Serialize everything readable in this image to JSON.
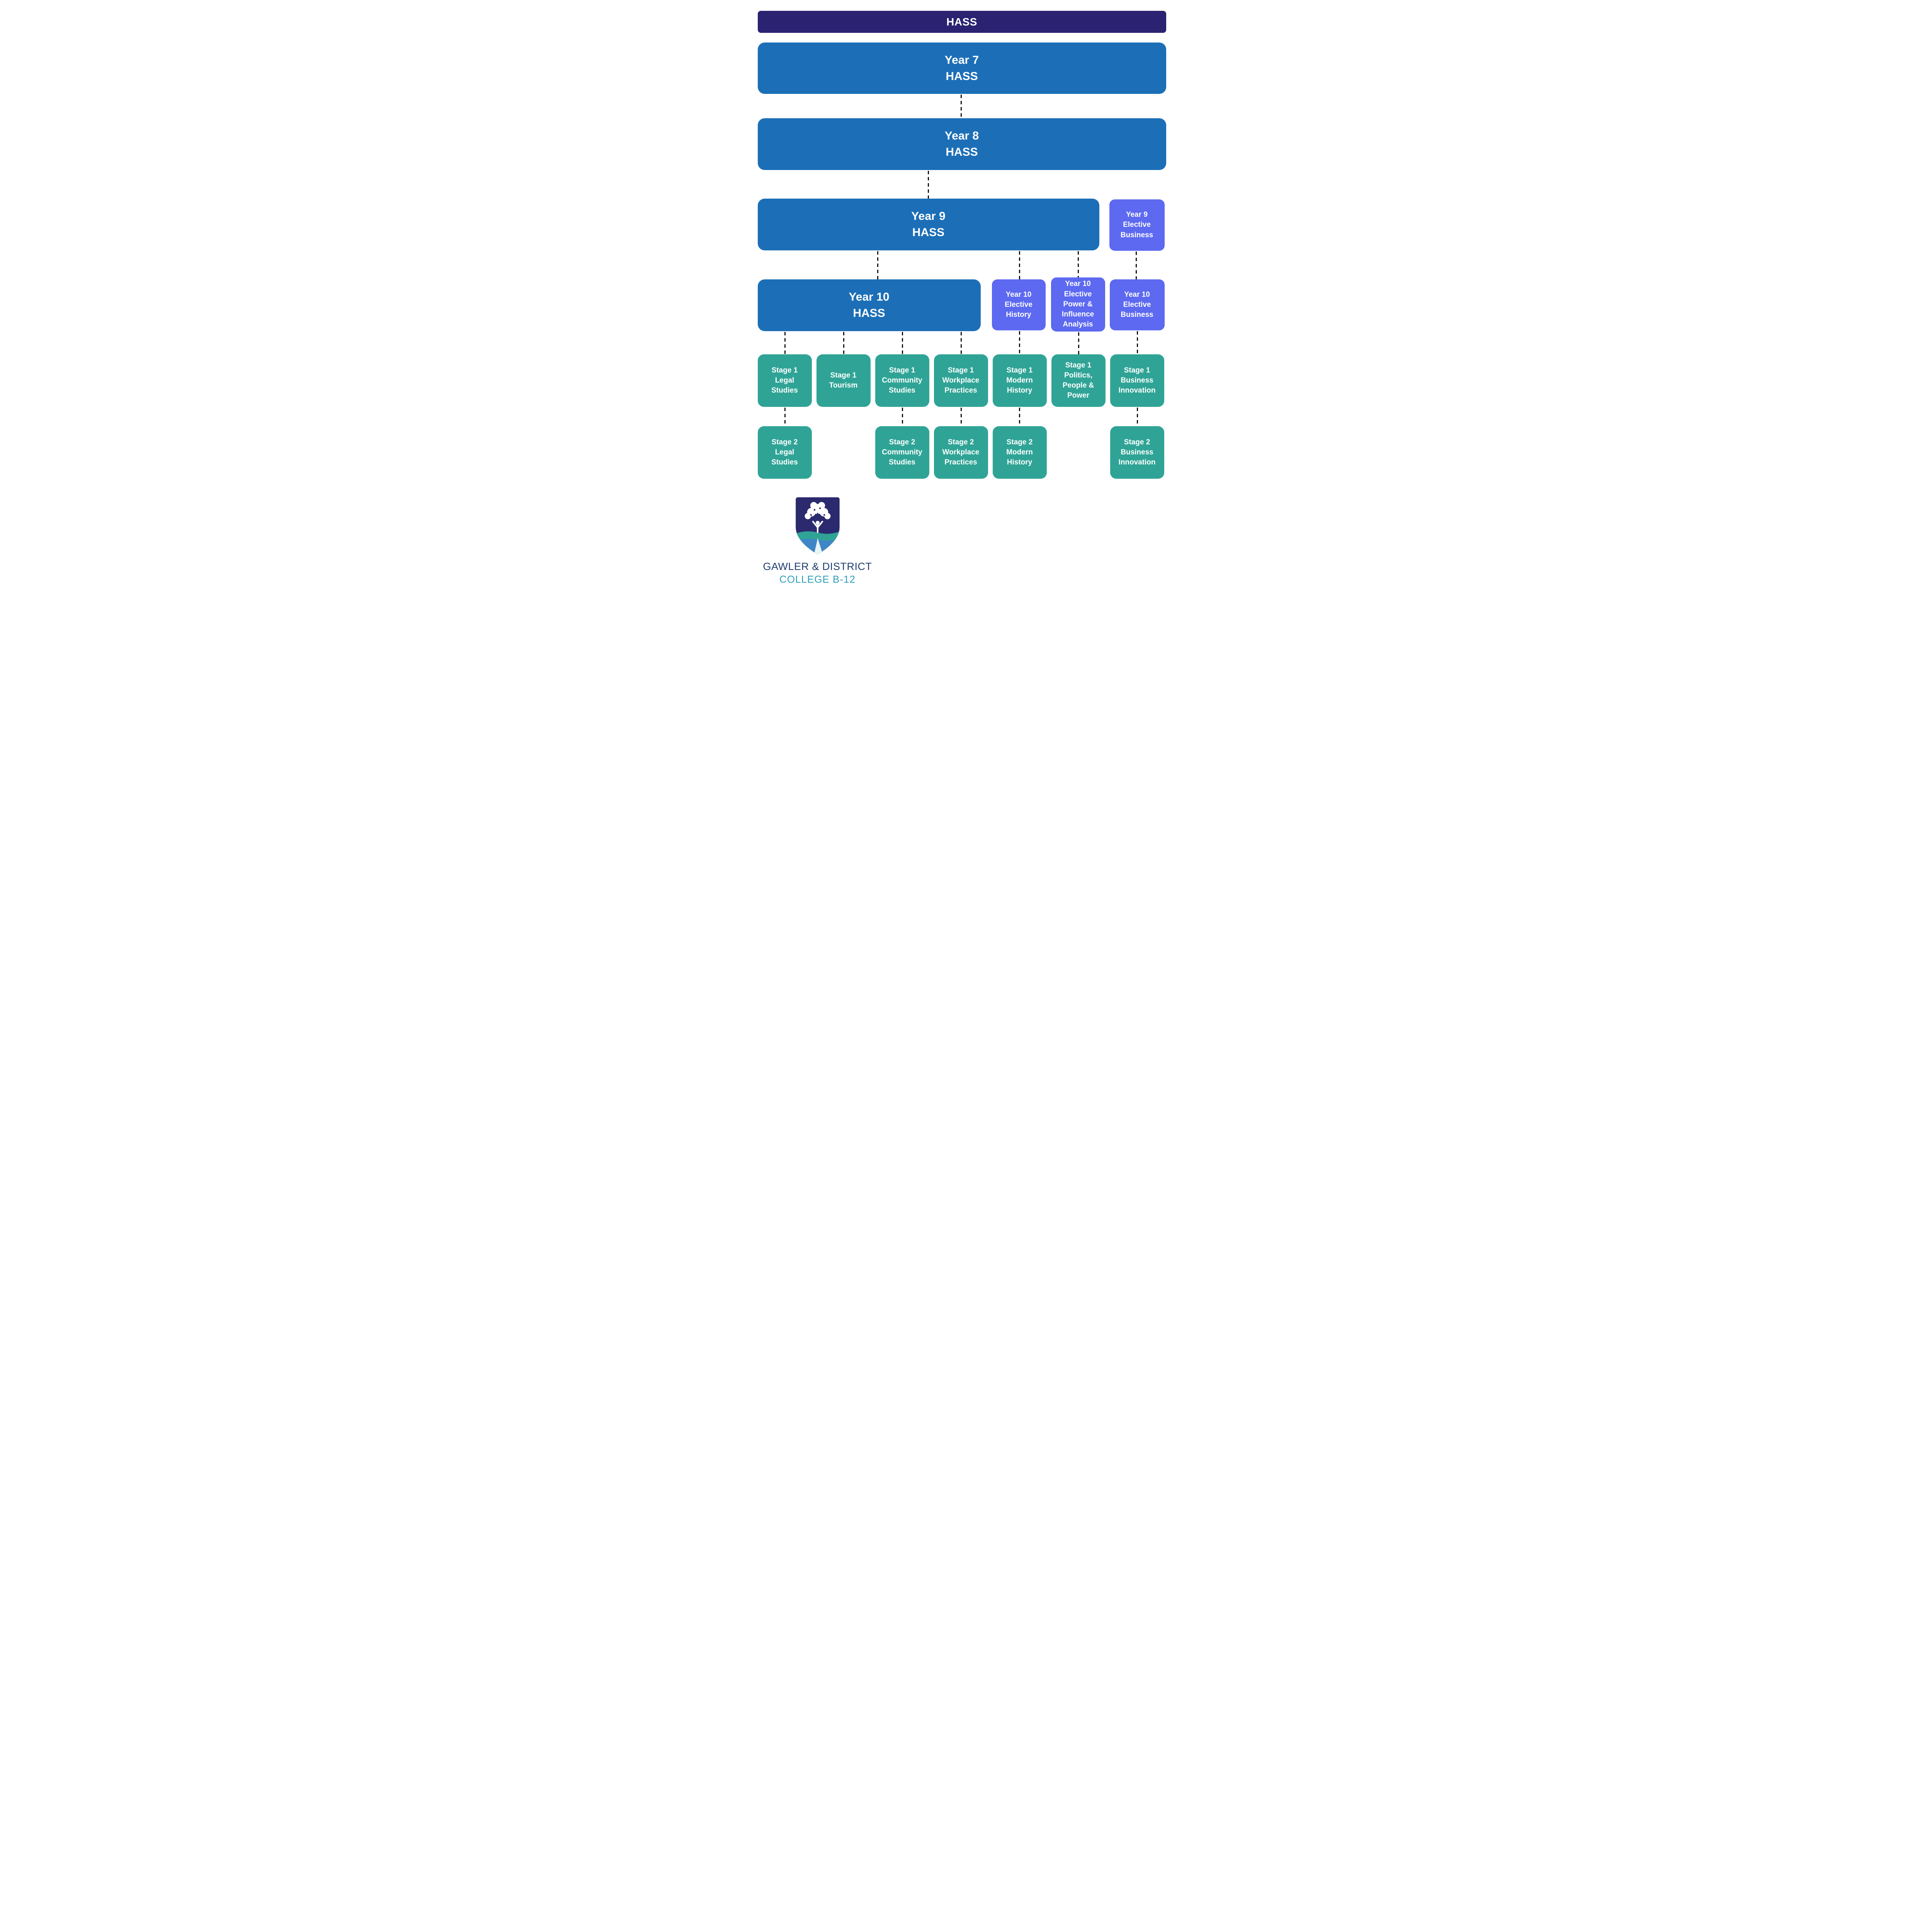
{
  "colors": {
    "header_bg": "#2b2271",
    "core_bg": "#1c6fb7",
    "elective_bg": "#5c69f0",
    "stage_bg": "#2fa496",
    "box_text": "#ffffff",
    "connector": "#111111",
    "logo_navy": "#1f3d70",
    "logo_teal": "#2f9fb8"
  },
  "title": "HASS",
  "nodes": {
    "year7": {
      "label": "Year 7\nHASS"
    },
    "year8": {
      "label": "Year 8\nHASS"
    },
    "year9": {
      "label": "Year 9\nHASS"
    },
    "year9_elective_business": {
      "label": "Year 9\nElective\nBusiness"
    },
    "year10": {
      "label": "Year 10\nHASS"
    },
    "year10_elective_history": {
      "label": "Year 10\nElective\nHistory"
    },
    "year10_elective_power": {
      "label": "Year 10\nElective\nPower &\nInfluence\nAnalysis"
    },
    "year10_elective_business": {
      "label": "Year 10\nElective\nBusiness"
    },
    "stage1_legal": {
      "label": "Stage 1\nLegal\nStudies"
    },
    "stage1_tourism": {
      "label": "Stage 1\nTourism"
    },
    "stage1_community": {
      "label": "Stage 1\nCommunity\nStudies"
    },
    "stage1_workplace": {
      "label": "Stage 1\nWorkplace\nPractices"
    },
    "stage1_modern_history": {
      "label": "Stage 1\nModern\nHistory"
    },
    "stage1_politics": {
      "label": "Stage 1\nPolitics,\nPeople &\nPower"
    },
    "stage1_business_innovation": {
      "label": "Stage 1\nBusiness\nInnovation"
    },
    "stage2_legal": {
      "label": "Stage 2\nLegal\nStudies"
    },
    "stage2_community": {
      "label": "Stage 2\nCommunity\nStudies"
    },
    "stage2_workplace": {
      "label": "Stage 2\nWorkplace\nPractices"
    },
    "stage2_modern_history": {
      "label": "Stage 2\nModern\nHistory"
    },
    "stage2_business_innovation": {
      "label": "Stage 2\nBusiness\nInnovation"
    }
  },
  "logo": {
    "name": "GAWLER & DISTRICT",
    "subtitle": "COLLEGE B-12"
  }
}
